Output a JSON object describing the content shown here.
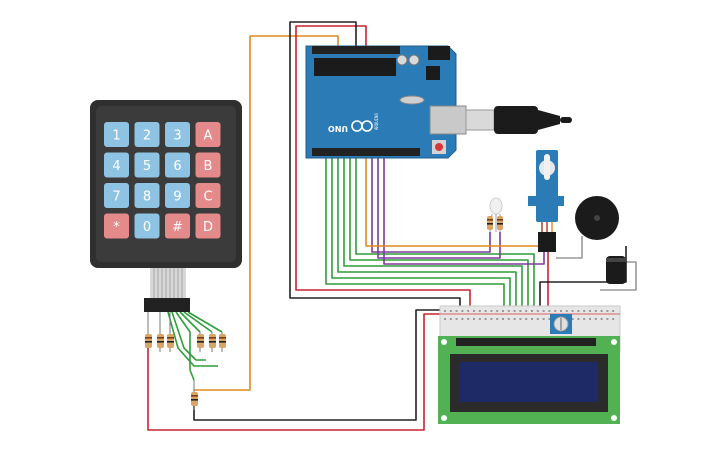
{
  "keypad": {
    "keys": [
      [
        "1",
        "2",
        "3",
        "A"
      ],
      [
        "4",
        "5",
        "6",
        "B"
      ],
      [
        "7",
        "8",
        "9",
        "C"
      ],
      [
        "*",
        "0",
        "#",
        "D"
      ]
    ]
  },
  "arduino": {
    "model_label": "UNO",
    "brand_label": "ARDUINO"
  },
  "colors": {
    "board_blue": "#2a7bb6",
    "keypad_dark": "#2f2f2f",
    "key_blue": "#8fc3e3",
    "key_red": "#e58a8a",
    "lcd_green": "#52b153",
    "lcd_screen": "#1e2a66",
    "wire_green": "#2e9e3a",
    "wire_purple": "#7d3a9a",
    "wire_red": "#c8242c",
    "wire_orange": "#e08a1e",
    "wire_black": "#222222",
    "wire_gray": "#9a9a9a"
  }
}
